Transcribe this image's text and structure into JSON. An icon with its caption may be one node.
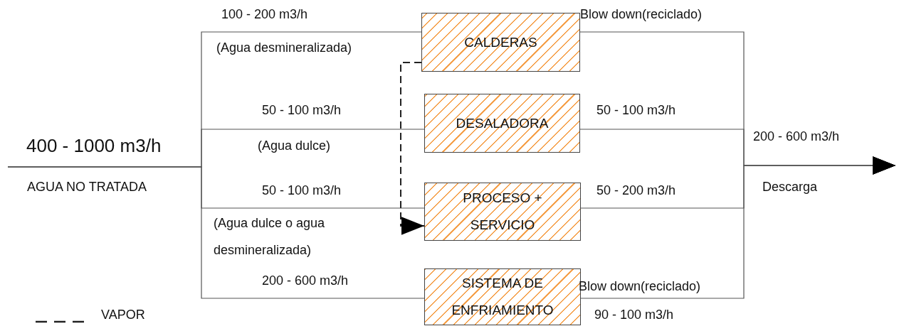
{
  "diagram": {
    "nodes": [
      {
        "text": [
          "CALDERAS"
        ]
      },
      {
        "text": [
          "DESALADORA"
        ]
      },
      {
        "text": [
          "PROCESO + SERVICIO"
        ]
      },
      {
        "text": [
          "SISTEMA DE ENFRIAMIENTO"
        ]
      }
    ],
    "edges": [
      {
        "from": null,
        "to": 0,
        "arrow": "none"
      },
      {
        "from": null,
        "to": 1,
        "arrow": "none"
      },
      {
        "from": null,
        "to": 2,
        "arrow": "none"
      },
      {
        "from": null,
        "to": 3,
        "arrow": "none"
      },
      {
        "from": 0,
        "to": null,
        "arrow": "to"
      },
      {
        "from": 1,
        "to": null,
        "arrow": "to"
      },
      {
        "from": 2,
        "to": null,
        "arrow": "to"
      },
      {
        "from": 3,
        "to": null,
        "arrow": "to"
      },
      {
        "from": 0,
        "to": 2,
        "arrow": "to",
        "style": "dashed"
      }
    ],
    "labels": [
      "100 - 200 m3/h",
      "Blow down(reciclado)",
      "(Agua desmineralizada)",
      "50 - 100 m3/h",
      "50 - 100 m3/h",
      "400 - 1000 m3/h",
      "200 - 600 m3/h",
      "(Agua dulce)",
      "AGUA NO TRATADA",
      "50 - 100 m3/h",
      "50 - 200 m3/h",
      "Descarga",
      "(Agua dulce o agua desmineralizada)",
      "200 - 600 m3/h",
      "Blow down(reciclado)",
      "90 - 100 m3/h"
    ],
    "legend": [
      {
        "text": "VAPOR"
      }
    ]
  }
}
